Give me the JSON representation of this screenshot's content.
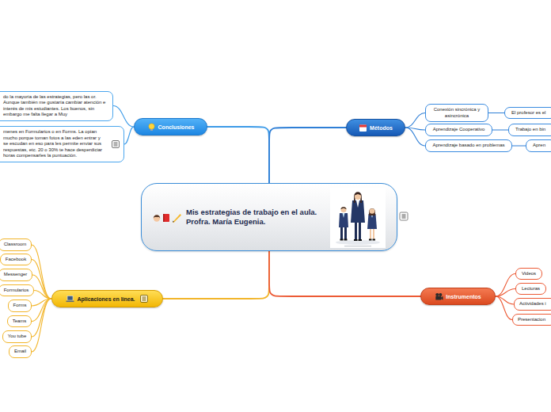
{
  "diagram": {
    "nodes": [
      {
        "text": [
          "Mis estrategias de trabajo en el aula. Profra. María Eugenia."
        ]
      },
      {
        "text": [
          "Conclusiones"
        ]
      },
      {
        "text": [
          "do la mayoria de las estrategias, pero las or. Aunque también me gustaría cambiar atención e interés de mis estudiantes. Los buenos, sin embargo me falta llegar a Muy"
        ]
      },
      {
        "text": [
          "menes en Formularios o en Forms. La opian mucho porque toman fotos a las eden entrar y se escudan en eso para les permite enviar sus respuestas, etc. 20 o 30% te hace desperdiciar horas compensarles la puntuación."
        ]
      },
      {
        "text": [
          "Métodos"
        ]
      },
      {
        "text": [
          "Conexión sincrónica y asincrónica"
        ]
      },
      {
        "text": [
          "El profesor es el"
        ]
      },
      {
        "text": [
          "Aprendizaje Cooperativo"
        ]
      },
      {
        "text": [
          "Trabajo en bin"
        ]
      },
      {
        "text": [
          "Aprendizaje basado en problemas"
        ]
      },
      {
        "text": [
          "Apren"
        ]
      },
      {
        "text": [
          "Aplicaciones en línea."
        ]
      },
      {
        "text": [
          "Classroom"
        ]
      },
      {
        "text": [
          "Facebook"
        ]
      },
      {
        "text": [
          "Messenger"
        ]
      },
      {
        "text": [
          "Formularios"
        ]
      },
      {
        "text": [
          "Forms"
        ]
      },
      {
        "text": [
          "Teams"
        ]
      },
      {
        "text": [
          "You tube"
        ]
      },
      {
        "text": [
          "Email"
        ]
      },
      {
        "text": [
          "Instrumentos"
        ]
      },
      {
        "text": [
          "Videos"
        ]
      },
      {
        "text": [
          "Lecturas"
        ]
      },
      {
        "text": [
          "Actividades i"
        ]
      },
      {
        "text": [
          "Presentacion"
        ]
      }
    ],
    "edges": [
      {
        "from": 0,
        "to": 1,
        "arrow": "none"
      },
      {
        "from": 1,
        "to": 2,
        "arrow": "none"
      },
      {
        "from": 1,
        "to": 3,
        "arrow": "none"
      },
      {
        "from": 0,
        "to": 4,
        "arrow": "none"
      },
      {
        "from": 4,
        "to": 5,
        "arrow": "none"
      },
      {
        "from": 5,
        "to": 6,
        "arrow": "none"
      },
      {
        "from": 4,
        "to": 7,
        "arrow": "none"
      },
      {
        "from": 7,
        "to": 8,
        "arrow": "none"
      },
      {
        "from": 4,
        "to": 9,
        "arrow": "none"
      },
      {
        "from": 9,
        "to": 10,
        "arrow": "none"
      },
      {
        "from": 0,
        "to": 11,
        "arrow": "none"
      },
      {
        "from": 11,
        "to": 12,
        "arrow": "none"
      },
      {
        "from": 11,
        "to": 13,
        "arrow": "none"
      },
      {
        "from": 11,
        "to": 14,
        "arrow": "none"
      },
      {
        "from": 11,
        "to": 15,
        "arrow": "none"
      },
      {
        "from": 11,
        "to": 16,
        "arrow": "none"
      },
      {
        "from": 11,
        "to": 17,
        "arrow": "none"
      },
      {
        "from": 11,
        "to": 18,
        "arrow": "none"
      },
      {
        "from": 11,
        "to": 19,
        "arrow": "none"
      },
      {
        "from": 0,
        "to": 20,
        "arrow": "none"
      },
      {
        "from": 20,
        "to": 21,
        "arrow": "none"
      },
      {
        "from": 20,
        "to": 22,
        "arrow": "none"
      },
      {
        "from": 20,
        "to": 23,
        "arrow": "none"
      },
      {
        "from": 20,
        "to": 24,
        "arrow": "none"
      }
    ]
  }
}
